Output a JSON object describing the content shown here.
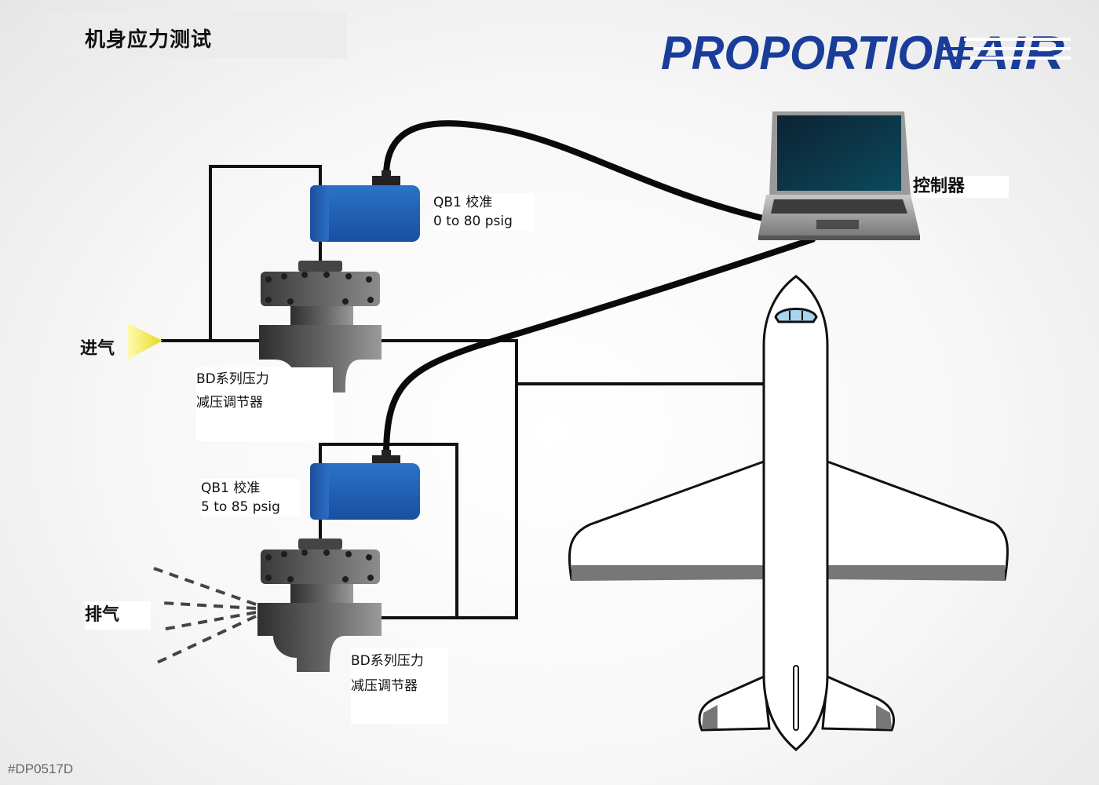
{
  "page": {
    "title": "机身应力测试",
    "doc_id": "#DP0517D"
  },
  "logo": {
    "part1": "PROPORTION",
    "part2": "AIR",
    "color": "#1a3d9a"
  },
  "labels": {
    "inlet": "进气",
    "exhaust": "排气",
    "controller": "控制器",
    "qb1_top_line1": "QB1 校准",
    "qb1_top_line2": "0 to 80 psig",
    "qb1_bottom_line1": "QB1 校准",
    "qb1_bottom_line2": "5 to 85 psig",
    "bd_top_line1": "BD系列压力",
    "bd_top_line2": "减压调节器",
    "bd_bottom_line1": "BD系列压力",
    "bd_bottom_line2": "减压调节器"
  },
  "colors": {
    "qb1_blue": "#1f5fb3",
    "regulator_gray": "#555555",
    "inlet_yellow": "#f3e84a",
    "cable": "#111111"
  }
}
